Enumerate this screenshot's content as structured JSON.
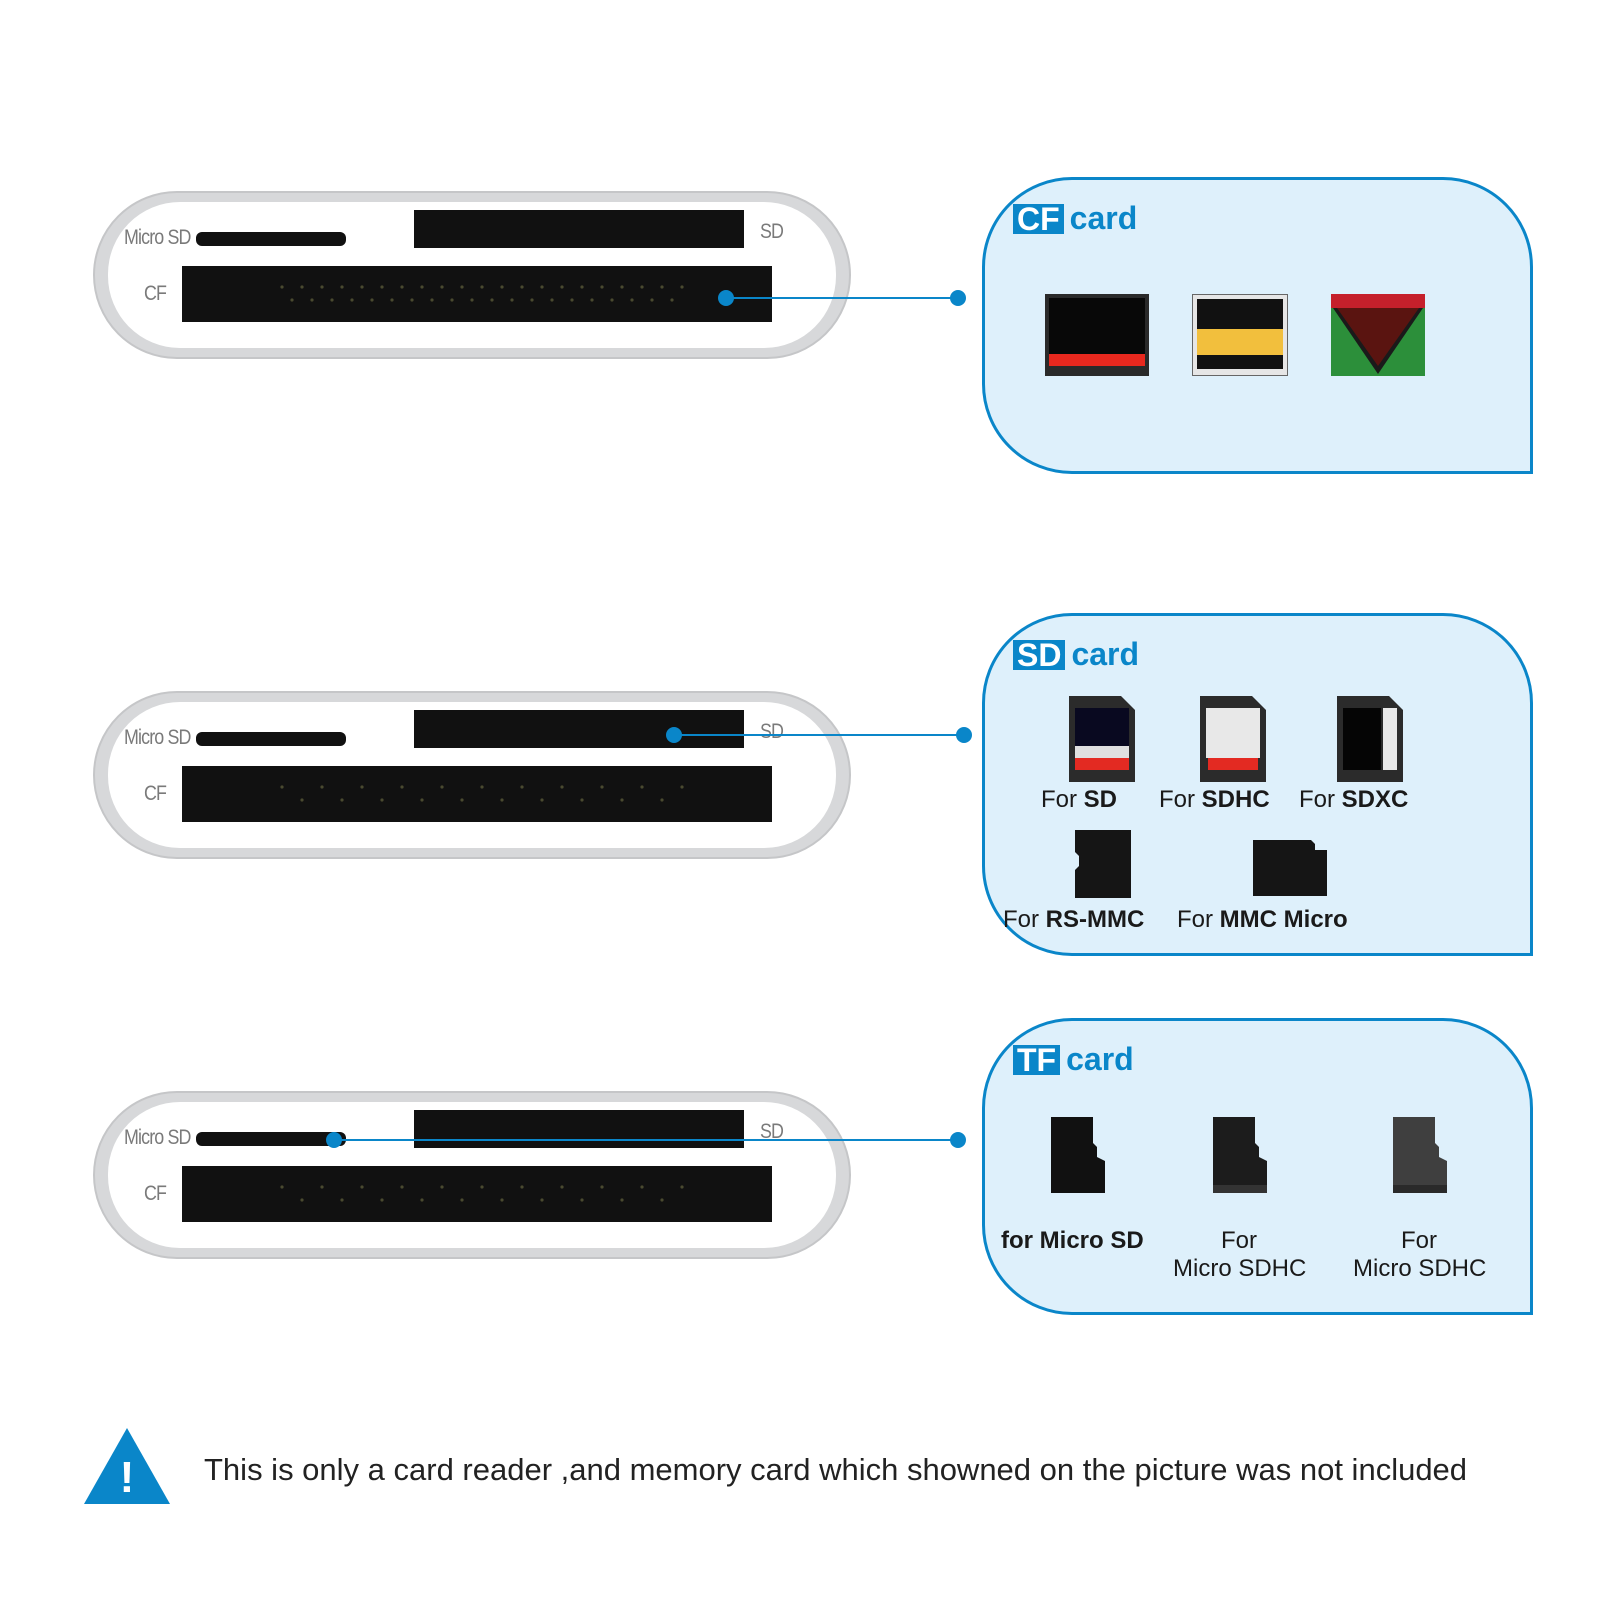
{
  "reader_labels": {
    "micro_sd": "Micro SD",
    "sd": "SD",
    "cf": "CF"
  },
  "panels": {
    "cf": {
      "badge": "CF",
      "word": "card",
      "cards": [
        "cf-card-black-red",
        "cf-card-yellow",
        "cf-card-green-red"
      ]
    },
    "sd": {
      "badge": "SD",
      "word": "card",
      "items": [
        {
          "prefix": "For",
          "name": "SD"
        },
        {
          "prefix": "For",
          "name": "SDHC"
        },
        {
          "prefix": "For",
          "name": "SDXC"
        },
        {
          "prefix": "For",
          "name": "RS-MMC"
        },
        {
          "prefix": "For",
          "name": "MMC Micro"
        }
      ]
    },
    "tf": {
      "badge": "TF",
      "word": "card",
      "items": [
        {
          "line1": "for Micro SD"
        },
        {
          "line1": "For",
          "line2": "Micro SDHC"
        },
        {
          "line1": "For",
          "line2": "Micro SDHC"
        }
      ]
    }
  },
  "colors": {
    "accent": "#0a86c9",
    "panel_bg": "#def0fb",
    "reader_body": "#e6e7e9"
  },
  "note": {
    "icon": "warning-triangle-icon",
    "symbol": "!",
    "text": "This is only a card reader ,and memory card which showned on the picture was not included"
  }
}
